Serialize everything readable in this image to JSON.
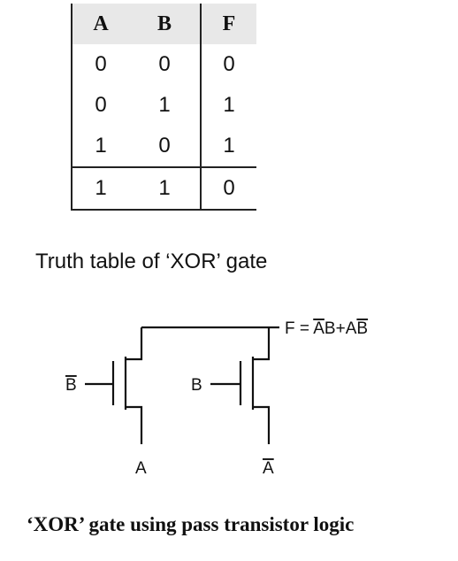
{
  "table": {
    "headers": [
      "A",
      "B",
      "F"
    ],
    "rows": [
      [
        "0",
        "0",
        "0"
      ],
      [
        "0",
        "1",
        "1"
      ],
      [
        "1",
        "0",
        "1"
      ],
      [
        "1",
        "1",
        "0"
      ]
    ]
  },
  "captions": {
    "truth_table": "Truth table of ‘XOR’ gate",
    "circuit": "‘XOR’ gate using pass transistor logic"
  },
  "circuit": {
    "left_gate_label": "B",
    "right_gate_label": "B",
    "left_source_label": "A",
    "right_source_label": "A",
    "output_prefix": "F = ",
    "output_terms": [
      {
        "text": "A",
        "overline": true
      },
      {
        "text": "B",
        "overline": false
      },
      {
        "text": "+",
        "overline": false
      },
      {
        "text": "A",
        "overline": false
      },
      {
        "text": "B",
        "overline": true
      }
    ]
  },
  "colors": {
    "line": "#111111",
    "header_bg": "#e8e8e8"
  }
}
